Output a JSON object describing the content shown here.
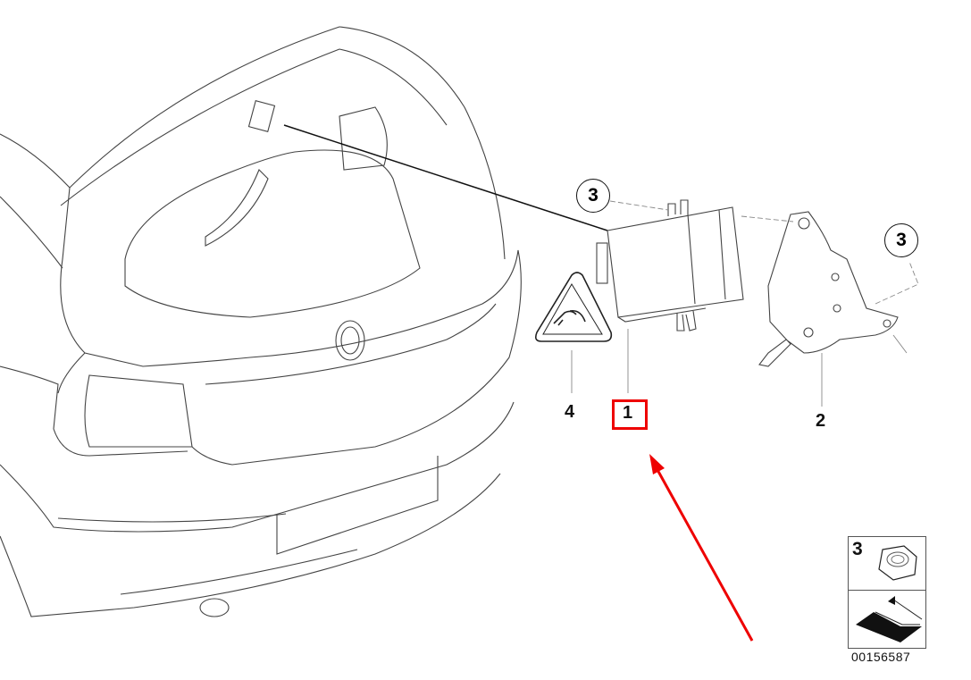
{
  "diagram": {
    "callouts": [
      {
        "id": "part-1",
        "label": "1",
        "highlighted": true
      },
      {
        "id": "part-2",
        "label": "2"
      },
      {
        "id": "part-3-upper",
        "label": "3"
      },
      {
        "id": "part-3-right",
        "label": "3"
      },
      {
        "id": "part-4",
        "label": "4"
      }
    ],
    "legend": {
      "label": "3",
      "icon": "hex-nut-icon"
    },
    "part_number": "00156587",
    "colors": {
      "highlight": "#e00000",
      "line": "#444444"
    }
  }
}
